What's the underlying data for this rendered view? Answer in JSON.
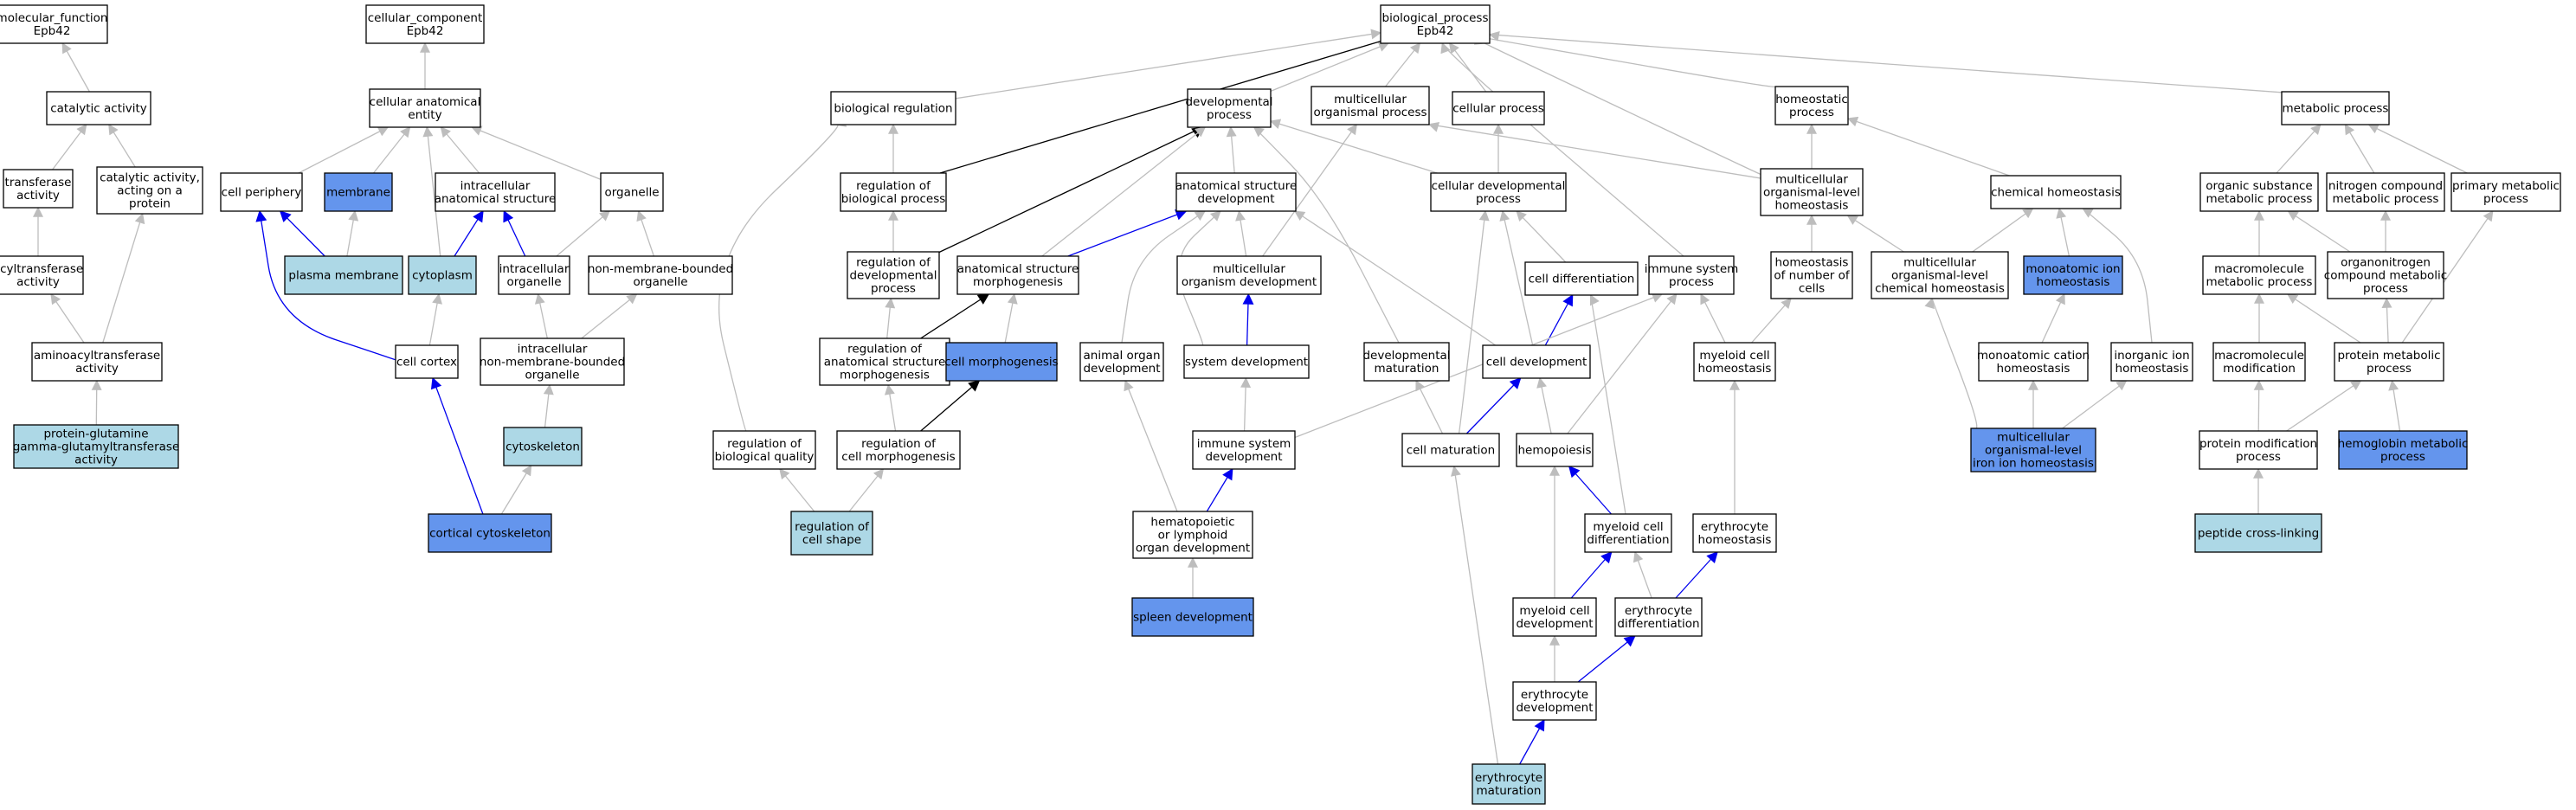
{
  "colors": {
    "default": "#ffffff",
    "light": "#add8e6",
    "dark": "#6495ed",
    "edge_gray": "#bdbdbd",
    "edge_black": "#000000",
    "edge_blue": "#0000ee"
  },
  "nodes": [
    {
      "id": "mf",
      "lines": [
        "molecular_function",
        "Epb42"
      ],
      "fill": "default"
    },
    {
      "id": "catact",
      "lines": [
        "catalytic activity"
      ],
      "fill": "default"
    },
    {
      "id": "transf",
      "lines": [
        "transferase",
        "activity"
      ],
      "fill": "default"
    },
    {
      "id": "catprot",
      "lines": [
        "catalytic activity,",
        "acting on a",
        "protein"
      ],
      "fill": "default"
    },
    {
      "id": "acyl",
      "lines": [
        "acyltransferase",
        "activity"
      ],
      "fill": "default"
    },
    {
      "id": "amino",
      "lines": [
        "aminoacyltransferase",
        "activity"
      ],
      "fill": "default"
    },
    {
      "id": "pqg",
      "lines": [
        "protein-glutamine",
        "gamma-glutamyltransferase",
        "activity"
      ],
      "fill": "light"
    },
    {
      "id": "cc",
      "lines": [
        "cellular_component",
        "Epb42"
      ],
      "fill": "default"
    },
    {
      "id": "cae",
      "lines": [
        "cellular anatomical",
        "entity"
      ],
      "fill": "default"
    },
    {
      "id": "cperiph",
      "lines": [
        "cell periphery"
      ],
      "fill": "default"
    },
    {
      "id": "membrane",
      "lines": [
        "membrane"
      ],
      "fill": "dark"
    },
    {
      "id": "ias",
      "lines": [
        "intracellular",
        "anatomical structure"
      ],
      "fill": "default"
    },
    {
      "id": "organelle",
      "lines": [
        "organelle"
      ],
      "fill": "default"
    },
    {
      "id": "pmem",
      "lines": [
        "plasma membrane"
      ],
      "fill": "light"
    },
    {
      "id": "cyto",
      "lines": [
        "cytoplasm"
      ],
      "fill": "light"
    },
    {
      "id": "iorg",
      "lines": [
        "intracellular",
        "organelle"
      ],
      "fill": "default"
    },
    {
      "id": "nmbo",
      "lines": [
        "non-membrane-bounded",
        "organelle"
      ],
      "fill": "default"
    },
    {
      "id": "ccortex",
      "lines": [
        "cell cortex"
      ],
      "fill": "default"
    },
    {
      "id": "inmbo",
      "lines": [
        "intracellular",
        "non-membrane-bounded",
        "organelle"
      ],
      "fill": "default"
    },
    {
      "id": "cytosk",
      "lines": [
        "cytoskeleton"
      ],
      "fill": "light"
    },
    {
      "id": "ccsk",
      "lines": [
        "cortical cytoskeleton"
      ],
      "fill": "dark"
    },
    {
      "id": "bp",
      "lines": [
        "biological_process",
        "Epb42"
      ],
      "fill": "default"
    },
    {
      "id": "breg",
      "lines": [
        "biological regulation"
      ],
      "fill": "default"
    },
    {
      "id": "devp",
      "lines": [
        "developmental",
        "process"
      ],
      "fill": "default"
    },
    {
      "id": "mop",
      "lines": [
        "multicellular",
        "organismal process"
      ],
      "fill": "default"
    },
    {
      "id": "cellp",
      "lines": [
        "cellular process"
      ],
      "fill": "default"
    },
    {
      "id": "homp",
      "lines": [
        "homeostatic",
        "process"
      ],
      "fill": "default"
    },
    {
      "id": "metp",
      "lines": [
        "metabolic process"
      ],
      "fill": "default"
    },
    {
      "id": "rbp",
      "lines": [
        "regulation of",
        "biological process"
      ],
      "fill": "default"
    },
    {
      "id": "asd",
      "lines": [
        "anatomical structure",
        "development"
      ],
      "fill": "default"
    },
    {
      "id": "cdp",
      "lines": [
        "cellular developmental",
        "process"
      ],
      "fill": "default"
    },
    {
      "id": "mloh",
      "lines": [
        "multicellular",
        "organismal-level",
        "homeostasis"
      ],
      "fill": "default"
    },
    {
      "id": "chemh",
      "lines": [
        "chemical homeostasis"
      ],
      "fill": "default"
    },
    {
      "id": "osmp",
      "lines": [
        "organic substance",
        "metabolic process"
      ],
      "fill": "default"
    },
    {
      "id": "ncmp",
      "lines": [
        "nitrogen compound",
        "metabolic process"
      ],
      "fill": "default"
    },
    {
      "id": "pmp",
      "lines": [
        "primary metabolic",
        "process"
      ],
      "fill": "default"
    },
    {
      "id": "rdp",
      "lines": [
        "regulation of",
        "developmental",
        "process"
      ],
      "fill": "default"
    },
    {
      "id": "asm",
      "lines": [
        "anatomical structure",
        "morphogenesis"
      ],
      "fill": "default"
    },
    {
      "id": "mod",
      "lines": [
        "multicellular",
        "organism development"
      ],
      "fill": "default"
    },
    {
      "id": "cdiff",
      "lines": [
        "cell differentiation"
      ],
      "fill": "default"
    },
    {
      "id": "isp",
      "lines": [
        "immune system",
        "process"
      ],
      "fill": "default"
    },
    {
      "id": "hnc",
      "lines": [
        "homeostasis",
        "of number of",
        "cells"
      ],
      "fill": "default"
    },
    {
      "id": "mlch",
      "lines": [
        "multicellular",
        "organismal-level",
        "chemical homeostasis"
      ],
      "fill": "default"
    },
    {
      "id": "maih",
      "lines": [
        "monoatomic ion",
        "homeostasis"
      ],
      "fill": "dark"
    },
    {
      "id": "mmp",
      "lines": [
        "macromolecule",
        "metabolic process"
      ],
      "fill": "default"
    },
    {
      "id": "oncmp",
      "lines": [
        "organonitrogen",
        "compound metabolic",
        "process"
      ],
      "fill": "default"
    },
    {
      "id": "rasm",
      "lines": [
        "regulation of",
        "anatomical structure",
        "morphogenesis"
      ],
      "fill": "default"
    },
    {
      "id": "cmorph",
      "lines": [
        "cell morphogenesis"
      ],
      "fill": "dark"
    },
    {
      "id": "aod",
      "lines": [
        "animal organ",
        "development"
      ],
      "fill": "default"
    },
    {
      "id": "sysdev",
      "lines": [
        "system development"
      ],
      "fill": "default"
    },
    {
      "id": "devmat",
      "lines": [
        "developmental",
        "maturation"
      ],
      "fill": "default"
    },
    {
      "id": "celldev",
      "lines": [
        "cell development"
      ],
      "fill": "default"
    },
    {
      "id": "mch",
      "lines": [
        "myeloid cell",
        "homeostasis"
      ],
      "fill": "default"
    },
    {
      "id": "mach",
      "lines": [
        "monoatomic cation",
        "homeostasis"
      ],
      "fill": "default"
    },
    {
      "id": "iih",
      "lines": [
        "inorganic ion",
        "homeostasis"
      ],
      "fill": "default"
    },
    {
      "id": "mmod",
      "lines": [
        "macromolecule",
        "modification"
      ],
      "fill": "default"
    },
    {
      "id": "protmp",
      "lines": [
        "protein metabolic",
        "process"
      ],
      "fill": "default"
    },
    {
      "id": "rbq",
      "lines": [
        "regulation of",
        "biological quality"
      ],
      "fill": "default"
    },
    {
      "id": "rcm",
      "lines": [
        "regulation of",
        "cell morphogenesis"
      ],
      "fill": "default"
    },
    {
      "id": "isd",
      "lines": [
        "immune system",
        "development"
      ],
      "fill": "default"
    },
    {
      "id": "cmat",
      "lines": [
        "cell maturation"
      ],
      "fill": "default"
    },
    {
      "id": "hemop",
      "lines": [
        "hemopoiesis"
      ],
      "fill": "default"
    },
    {
      "id": "mloiih",
      "lines": [
        "multicellular",
        "organismal-level",
        "iron ion homeostasis"
      ],
      "fill": "dark"
    },
    {
      "id": "pmodp",
      "lines": [
        "protein modification",
        "process"
      ],
      "fill": "default"
    },
    {
      "id": "hemmp",
      "lines": [
        "hemoglobin metabolic",
        "process"
      ],
      "fill": "dark"
    },
    {
      "id": "rcs",
      "lines": [
        "regulation of",
        "cell shape"
      ],
      "fill": "light"
    },
    {
      "id": "holod",
      "lines": [
        "hematopoietic",
        "or lymphoid",
        "organ development"
      ],
      "fill": "default"
    },
    {
      "id": "mcd",
      "lines": [
        "myeloid cell",
        "differentiation"
      ],
      "fill": "default"
    },
    {
      "id": "eh",
      "lines": [
        "erythrocyte",
        "homeostasis"
      ],
      "fill": "default"
    },
    {
      "id": "pcl",
      "lines": [
        "peptide cross-linking"
      ],
      "fill": "light"
    },
    {
      "id": "spleen",
      "lines": [
        "spleen development"
      ],
      "fill": "dark"
    },
    {
      "id": "mcdev",
      "lines": [
        "myeloid cell",
        "development"
      ],
      "fill": "default"
    },
    {
      "id": "ediff",
      "lines": [
        "erythrocyte",
        "differentiation"
      ],
      "fill": "default"
    },
    {
      "id": "edev",
      "lines": [
        "erythrocyte",
        "development"
      ],
      "fill": "default"
    },
    {
      "id": "emat",
      "lines": [
        "erythrocyte",
        "maturation"
      ],
      "fill": "light"
    }
  ],
  "edges": [
    {
      "from": "catact",
      "to": "mf",
      "color": "gray"
    },
    {
      "from": "transf",
      "to": "catact",
      "color": "gray"
    },
    {
      "from": "catprot",
      "to": "catact",
      "color": "gray"
    },
    {
      "from": "acyl",
      "to": "transf",
      "color": "gray"
    },
    {
      "from": "amino",
      "to": "acyl",
      "color": "gray"
    },
    {
      "from": "amino",
      "to": "catprot",
      "color": "gray"
    },
    {
      "from": "pqg",
      "to": "amino",
      "color": "gray"
    },
    {
      "from": "cae",
      "to": "cc",
      "color": "gray"
    },
    {
      "from": "cperiph",
      "to": "cae",
      "color": "gray"
    },
    {
      "from": "membrane",
      "to": "cae",
      "color": "gray"
    },
    {
      "from": "ias",
      "to": "cae",
      "color": "gray"
    },
    {
      "from": "organelle",
      "to": "cae",
      "color": "gray"
    },
    {
      "from": "cyto",
      "to": "cae",
      "color": "gray"
    },
    {
      "from": "pmem",
      "to": "cperiph",
      "color": "blue"
    },
    {
      "from": "pmem",
      "to": "membrane",
      "color": "gray"
    },
    {
      "from": "cyto",
      "to": "ias",
      "color": "blue"
    },
    {
      "from": "iorg",
      "to": "ias",
      "color": "blue"
    },
    {
      "from": "iorg",
      "to": "organelle",
      "color": "gray"
    },
    {
      "from": "nmbo",
      "to": "organelle",
      "color": "gray"
    },
    {
      "from": "ccortex",
      "to": "cperiph",
      "color": "blue"
    },
    {
      "from": "ccortex",
      "to": "cyto",
      "color": "gray"
    },
    {
      "from": "inmbo",
      "to": "iorg",
      "color": "gray"
    },
    {
      "from": "inmbo",
      "to": "nmbo",
      "color": "gray"
    },
    {
      "from": "cytosk",
      "to": "inmbo",
      "color": "gray"
    },
    {
      "from": "ccsk",
      "to": "ccortex",
      "color": "blue"
    },
    {
      "from": "ccsk",
      "to": "cytosk",
      "color": "gray"
    },
    {
      "from": "breg",
      "to": "bp",
      "color": "gray"
    },
    {
      "from": "devp",
      "to": "bp",
      "color": "gray"
    },
    {
      "from": "mop",
      "to": "bp",
      "color": "gray"
    },
    {
      "from": "cellp",
      "to": "bp",
      "color": "gray"
    },
    {
      "from": "homp",
      "to": "bp",
      "color": "gray"
    },
    {
      "from": "metp",
      "to": "bp",
      "color": "gray"
    },
    {
      "from": "rbp",
      "to": "bp",
      "color": "black"
    },
    {
      "from": "isp",
      "to": "bp",
      "color": "gray"
    },
    {
      "from": "mloh",
      "to": "bp",
      "color": "gray"
    },
    {
      "from": "rbp",
      "to": "breg",
      "color": "gray"
    },
    {
      "from": "rbq",
      "to": "breg",
      "color": "gray"
    },
    {
      "from": "rdp",
      "to": "devp",
      "color": "black"
    },
    {
      "from": "rdp",
      "to": "rbp",
      "color": "gray"
    },
    {
      "from": "asd",
      "to": "devp",
      "color": "gray"
    },
    {
      "from": "asm",
      "to": "devp",
      "color": "gray"
    },
    {
      "from": "cdp",
      "to": "devp",
      "color": "gray"
    },
    {
      "from": "devmat",
      "to": "devp",
      "color": "gray"
    },
    {
      "from": "mod",
      "to": "mop",
      "color": "gray"
    },
    {
      "from": "mloh",
      "to": "mop",
      "color": "gray"
    },
    {
      "from": "cdp",
      "to": "cellp",
      "color": "gray"
    },
    {
      "from": "mloh",
      "to": "homp",
      "color": "gray"
    },
    {
      "from": "chemh",
      "to": "homp",
      "color": "gray"
    },
    {
      "from": "osmp",
      "to": "metp",
      "color": "gray"
    },
    {
      "from": "ncmp",
      "to": "metp",
      "color": "gray"
    },
    {
      "from": "pmp",
      "to": "metp",
      "color": "gray"
    },
    {
      "from": "asm",
      "to": "asd",
      "color": "blue"
    },
    {
      "from": "mod",
      "to": "asd",
      "color": "gray"
    },
    {
      "from": "aod",
      "to": "asd",
      "color": "gray"
    },
    {
      "from": "sysdev",
      "to": "asd",
      "color": "gray"
    },
    {
      "from": "celldev",
      "to": "asd",
      "color": "gray"
    },
    {
      "from": "cdiff",
      "to": "cdp",
      "color": "gray"
    },
    {
      "from": "celldev",
      "to": "cdp",
      "color": "gray"
    },
    {
      "from": "cmat",
      "to": "cdp",
      "color": "gray"
    },
    {
      "from": "hnc",
      "to": "mloh",
      "color": "gray"
    },
    {
      "from": "mlch",
      "to": "mloh",
      "color": "gray"
    },
    {
      "from": "mlch",
      "to": "chemh",
      "color": "gray"
    },
    {
      "from": "maih",
      "to": "chemh",
      "color": "gray"
    },
    {
      "from": "iih",
      "to": "chemh",
      "color": "gray"
    },
    {
      "from": "mmp",
      "to": "osmp",
      "color": "gray"
    },
    {
      "from": "oncmp",
      "to": "osmp",
      "color": "gray"
    },
    {
      "from": "oncmp",
      "to": "ncmp",
      "color": "gray"
    },
    {
      "from": "protmp",
      "to": "pmp",
      "color": "gray"
    },
    {
      "from": "rasm",
      "to": "rdp",
      "color": "gray"
    },
    {
      "from": "rasm",
      "to": "asm",
      "color": "black"
    },
    {
      "from": "cmorph",
      "to": "asm",
      "color": "gray"
    },
    {
      "from": "sysdev",
      "to": "mod",
      "color": "blue"
    },
    {
      "from": "celldev",
      "to": "cdiff",
      "color": "blue"
    },
    {
      "from": "mcd",
      "to": "cdiff",
      "color": "gray"
    },
    {
      "from": "isd",
      "to": "isp",
      "color": "gray"
    },
    {
      "from": "hemop",
      "to": "isp",
      "color": "gray"
    },
    {
      "from": "mch",
      "to": "isp",
      "color": "gray"
    },
    {
      "from": "mch",
      "to": "hnc",
      "color": "gray"
    },
    {
      "from": "mloiih",
      "to": "mlch",
      "color": "gray"
    },
    {
      "from": "mach",
      "to": "maih",
      "color": "gray"
    },
    {
      "from": "mloiih",
      "to": "mach",
      "color": "gray"
    },
    {
      "from": "mloiih",
      "to": "iih",
      "color": "gray"
    },
    {
      "from": "mmod",
      "to": "mmp",
      "color": "gray"
    },
    {
      "from": "protmp",
      "to": "mmp",
      "color": "gray"
    },
    {
      "from": "protmp",
      "to": "oncmp",
      "color": "gray"
    },
    {
      "from": "pmodp",
      "to": "mmod",
      "color": "gray"
    },
    {
      "from": "pmodp",
      "to": "protmp",
      "color": "gray"
    },
    {
      "from": "hemmp",
      "to": "protmp",
      "color": "gray"
    },
    {
      "from": "pcl",
      "to": "pmodp",
      "color": "gray"
    },
    {
      "from": "rcs",
      "to": "rbq",
      "color": "gray"
    },
    {
      "from": "rcs",
      "to": "rcm",
      "color": "gray"
    },
    {
      "from": "rcm",
      "to": "rasm",
      "color": "gray"
    },
    {
      "from": "rcm",
      "to": "cmorph",
      "color": "black"
    },
    {
      "from": "isd",
      "to": "sysdev",
      "color": "gray"
    },
    {
      "from": "holod",
      "to": "isd",
      "color": "blue"
    },
    {
      "from": "holod",
      "to": "aod",
      "color": "gray"
    },
    {
      "from": "spleen",
      "to": "holod",
      "color": "gray"
    },
    {
      "from": "cmat",
      "to": "devmat",
      "color": "gray"
    },
    {
      "from": "cmat",
      "to": "celldev",
      "color": "blue"
    },
    {
      "from": "hemop",
      "to": "celldev",
      "color": "gray"
    },
    {
      "from": "mcd",
      "to": "hemop",
      "color": "blue"
    },
    {
      "from": "mcdev",
      "to": "hemop",
      "color": "gray"
    },
    {
      "from": "eh",
      "to": "mch",
      "color": "gray"
    },
    {
      "from": "mcdev",
      "to": "mcd",
      "color": "blue"
    },
    {
      "from": "ediff",
      "to": "mcd",
      "color": "gray"
    },
    {
      "from": "ediff",
      "to": "eh",
      "color": "blue"
    },
    {
      "from": "edev",
      "to": "mcdev",
      "color": "gray"
    },
    {
      "from": "edev",
      "to": "ediff",
      "color": "blue"
    },
    {
      "from": "emat",
      "to": "edev",
      "color": "blue"
    },
    {
      "from": "emat",
      "to": "cmat",
      "color": "gray"
    }
  ]
}
